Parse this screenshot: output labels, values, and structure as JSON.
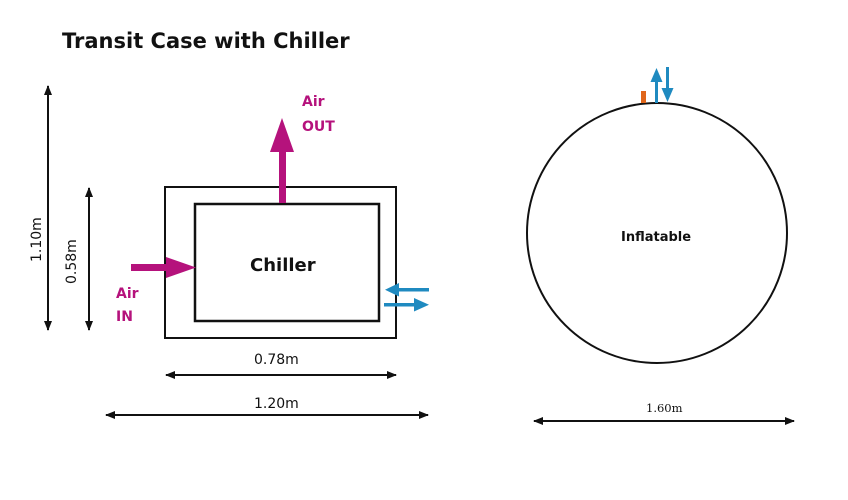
{
  "title": "Transit Case with Chiller",
  "chiller": {
    "label": "Chiller",
    "outer_height_label": "1.10m",
    "inner_height_label": "0.58m",
    "inner_width_label": "0.78m",
    "outer_width_label": "1.20m",
    "air_out_line1": "Air",
    "air_out_line2": "OUT",
    "air_in_line1": "Air",
    "air_in_line2": "IN"
  },
  "inflatable": {
    "label": "Inflatable",
    "diameter_label": "1.60m"
  },
  "colors": {
    "air_arrow": "#b5127c",
    "fluid_arrow": "#1f8ac0",
    "valve": "#e0661b",
    "line": "#111111"
  }
}
